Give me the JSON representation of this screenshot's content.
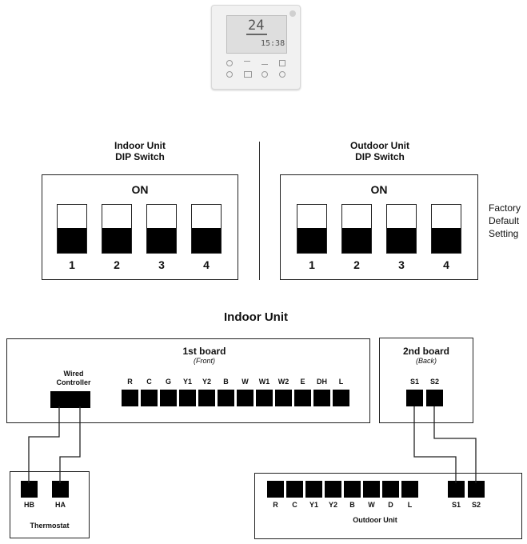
{
  "controller": {
    "temp": "24",
    "clock": "15:38"
  },
  "indoor_dip": {
    "title_line1": "Indoor Unit",
    "title_line2": "DIP Switch",
    "on_label": "ON",
    "switches": [
      "1",
      "2",
      "3",
      "4"
    ]
  },
  "outdoor_dip": {
    "title_line1": "Outdoor Unit",
    "title_line2": "DIP Switch",
    "on_label": "ON",
    "switches": [
      "1",
      "2",
      "3",
      "4"
    ]
  },
  "factory_note": {
    "line1": "Factory",
    "line2": "Default",
    "line3": "Setting"
  },
  "wiring_title": "Indoor Unit",
  "board1": {
    "title": "1st board",
    "subtitle": "(Front)",
    "wired_label_line1": "Wired",
    "wired_label_line2": "Controller",
    "terminals": [
      "R",
      "C",
      "G",
      "Y1",
      "Y2",
      "B",
      "W",
      "W1",
      "W2",
      "E",
      "DH",
      "L"
    ]
  },
  "board2": {
    "title": "2nd board",
    "subtitle": "(Back)",
    "terminals": [
      "S1",
      "S2"
    ]
  },
  "thermostat": {
    "name": "Thermostat",
    "terminals": [
      "HB",
      "HA"
    ]
  },
  "outdoor_unit": {
    "name": "Outdoor Unit",
    "terminals": [
      "R",
      "C",
      "Y1",
      "Y2",
      "B",
      "W",
      "D",
      "L"
    ],
    "comm_terminals": [
      "S1",
      "S2"
    ]
  }
}
